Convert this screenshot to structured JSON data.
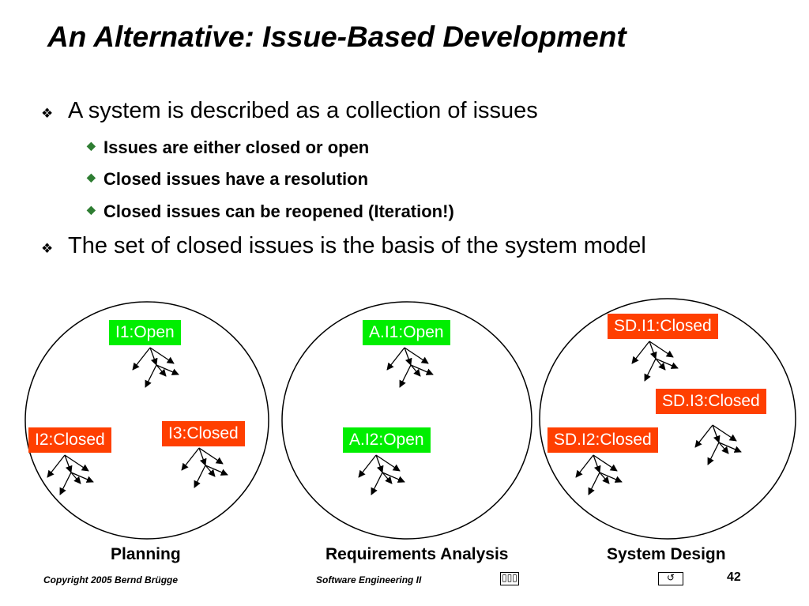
{
  "slide": {
    "title": "An Alternative: Issue-Based Development",
    "bullets": [
      {
        "text": "A system is described as a collection of issues",
        "subbullets": [
          "Issues are either closed or open",
          "Closed issues have a resolution",
          "Closed issues can be reopened (Iteration!)"
        ]
      },
      {
        "text": "The set of closed issues is the basis of the system model"
      }
    ],
    "bullet_marker": "❖",
    "sub_bullet_marker": "◆"
  },
  "diagram": {
    "colors": {
      "open": "#00ee00",
      "closed": "#ff3f00"
    },
    "phases": [
      {
        "caption": "Planning",
        "issues": [
          {
            "label": "I1:Open",
            "status": "open"
          },
          {
            "label": "I2:Closed",
            "status": "closed"
          },
          {
            "label": "I3:Closed",
            "status": "closed"
          }
        ]
      },
      {
        "caption": "Requirements Analysis",
        "issues": [
          {
            "label": "A.I1:Open",
            "status": "open"
          },
          {
            "label": "A.I2:Open",
            "status": "open"
          }
        ]
      },
      {
        "caption": "System Design",
        "issues": [
          {
            "label": "SD.I1:Closed",
            "status": "closed"
          },
          {
            "label": "SD.I3:Closed",
            "status": "closed"
          },
          {
            "label": "SD.I2:Closed",
            "status": "closed"
          }
        ]
      }
    ]
  },
  "footer": {
    "copyright": "Copyright  2005  Bernd Brügge",
    "course": "Software  Engineering II",
    "page": "42",
    "icons": [
      "book-icon",
      "undo-icon"
    ]
  }
}
